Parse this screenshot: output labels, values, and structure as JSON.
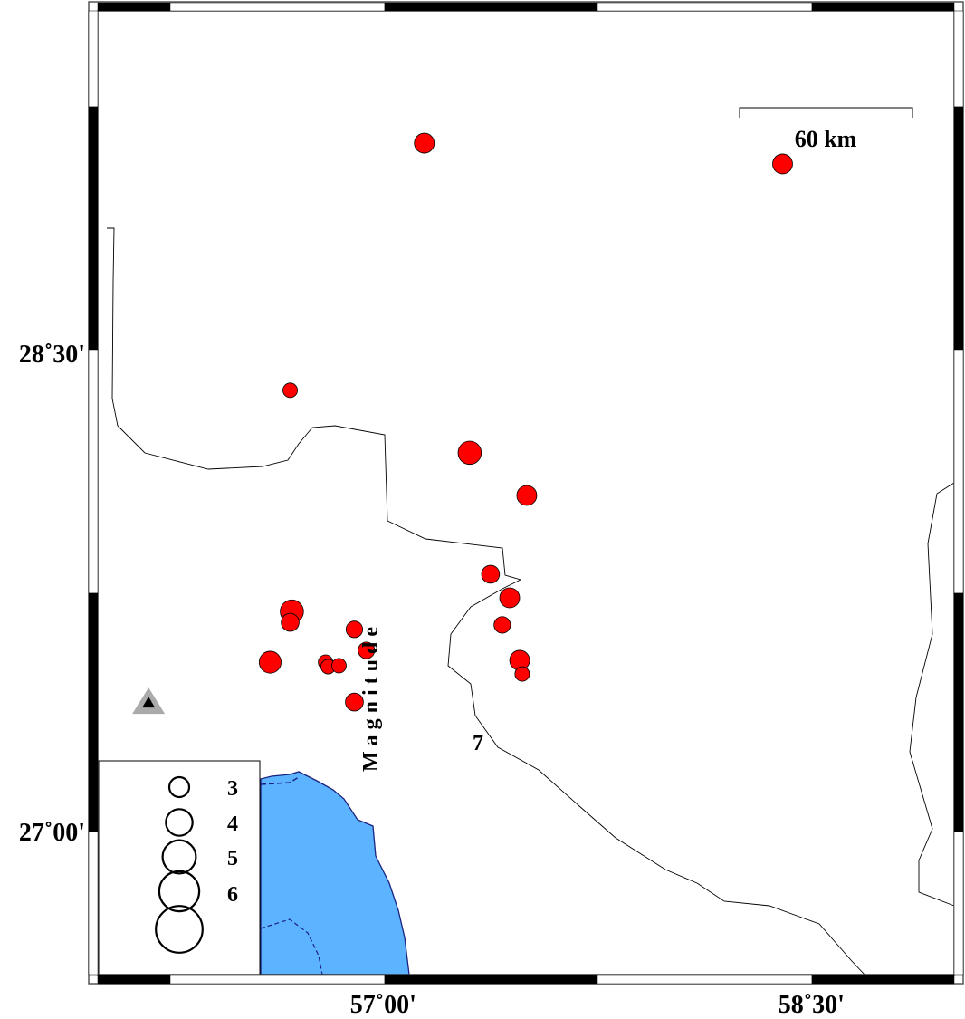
{
  "map": {
    "extent": {
      "lon_min": 56.0,
      "lon_max": 59.0,
      "lat_min": 26.551,
      "lat_max": 29.574
    },
    "x_ticks": [
      {
        "lon": 57.0,
        "label": "57˚00'"
      },
      {
        "lon": 58.5,
        "label": "58˚30'"
      }
    ],
    "y_ticks": [
      {
        "lat": 28.5,
        "label": "28˚30'"
      },
      {
        "lat": 27.0,
        "label": "27˚00'"
      }
    ],
    "scale_bar": {
      "label": "60 km"
    },
    "colors": {
      "event": "#ff0000",
      "sea": "#5cb3ff",
      "coast": "#1a237e",
      "station": "#000000",
      "station_halo": "#aaaaaa"
    },
    "station": {
      "lon": 56.178,
      "lat": 27.403,
      "icon": "triangle-icon"
    },
    "events": [
      {
        "lon": 57.144,
        "lat": 29.159,
        "mag": 3.0
      },
      {
        "lon": 58.399,
        "lat": 29.094,
        "mag": 3.0
      },
      {
        "lon": 56.674,
        "lat": 28.384,
        "mag": 2.2
      },
      {
        "lon": 57.303,
        "lat": 28.188,
        "mag": 3.5
      },
      {
        "lon": 57.503,
        "lat": 28.054,
        "mag": 3.0
      },
      {
        "lon": 57.376,
        "lat": 27.807,
        "mag": 2.7
      },
      {
        "lon": 57.443,
        "lat": 27.733,
        "mag": 3.0
      },
      {
        "lon": 57.417,
        "lat": 27.648,
        "mag": 2.5
      },
      {
        "lon": 56.68,
        "lat": 27.69,
        "mag": 3.5
      },
      {
        "lon": 56.674,
        "lat": 27.656,
        "mag": 2.7
      },
      {
        "lon": 56.899,
        "lat": 27.634,
        "mag": 2.5
      },
      {
        "lon": 56.604,
        "lat": 27.531,
        "mag": 3.3
      },
      {
        "lon": 56.798,
        "lat": 27.531,
        "mag": 2.2
      },
      {
        "lon": 56.807,
        "lat": 27.517,
        "mag": 2.2
      },
      {
        "lon": 56.845,
        "lat": 27.52,
        "mag": 2.2
      },
      {
        "lon": 56.941,
        "lat": 27.568,
        "mag": 2.5
      },
      {
        "lon": 57.478,
        "lat": 27.537,
        "mag": 3.0
      },
      {
        "lon": 57.487,
        "lat": 27.494,
        "mag": 2.2
      },
      {
        "lon": 56.899,
        "lat": 27.406,
        "mag": 2.7
      }
    ]
  },
  "legend": {
    "title": "Magnitude",
    "items": [
      {
        "mag": 3,
        "label": "3"
      },
      {
        "mag": 4,
        "label": "4"
      },
      {
        "mag": 5,
        "label": "5"
      },
      {
        "mag": 6,
        "label": "6"
      },
      {
        "mag": 7,
        "label": "7"
      }
    ]
  }
}
